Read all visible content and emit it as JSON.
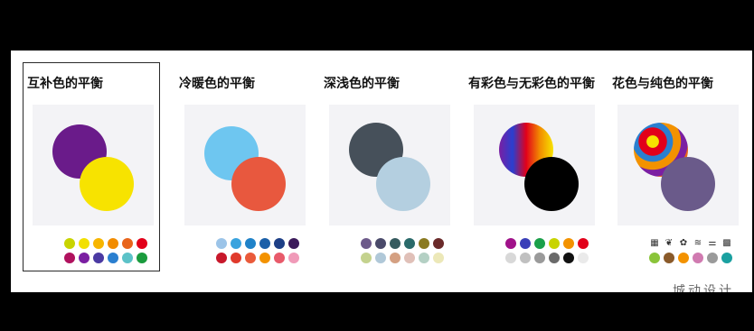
{
  "cards": [
    {
      "title": "互补色的平衡",
      "selected": true,
      "circle_a": "#6a1b8a",
      "circle_b": "#f7e300",
      "swatches_row1": [
        "#c8d400",
        "#f2e000",
        "#f7b500",
        "#f28c00",
        "#e8641b",
        "#e2001a"
      ],
      "swatches_row2": [
        "#b0125e",
        "#7b1fa2",
        "#4b3aa3",
        "#2a7fd0",
        "#5cc2c8",
        "#1a9b3d"
      ]
    },
    {
      "title": "冷暖色的平衡",
      "selected": false,
      "circle_a": "#6ec6f0",
      "circle_b": "#e8583e",
      "swatches_row1": [
        "#9cc4e8",
        "#3aa3de",
        "#1f82c8",
        "#1b5fa8",
        "#1d3f86",
        "#3b1a5a"
      ],
      "swatches_row2": [
        "#c8182b",
        "#e03a2c",
        "#ea5a3a",
        "#f39200",
        "#e85a6a",
        "#f09ab8"
      ]
    },
    {
      "title": "深浅色的平衡",
      "selected": false,
      "circle_a": "#46505a",
      "circle_b": "#b4cfe0",
      "swatches_row1": [
        "#6d5a8a",
        "#4a4a6a",
        "#355a5e",
        "#2a6a6a",
        "#8a7a20",
        "#6a2a2a"
      ],
      "swatches_row2": [
        "#c4d28e",
        "#b0c8d8",
        "#d4a082",
        "#e0c0b8",
        "#b4d0c4",
        "#ece8b8"
      ]
    },
    {
      "title": "有彩色与无彩色的平衡",
      "selected": false,
      "circle_a": "linear-gradient(90deg,#7a1fa2,#2a3fd0,#e2001a,#f28c00,#f7e300)",
      "circle_b": "#000000",
      "swatches_row1": [
        "#a0128a",
        "#3a3fb8",
        "#1aa04a",
        "#c8d400",
        "#f39200",
        "#e2001a"
      ],
      "swatches_row2": [
        "#d8d8d8",
        "#c0c0c0",
        "#9a9a9a",
        "#6a6a6a",
        "#111111",
        "#eaeaea"
      ]
    },
    {
      "title": "花色与纯色的平衡",
      "selected": false,
      "circle_a": "radial-gradient(circle at 35% 35%,#f7e300 0 12%,#e2001a 13% 28%,#2a7fd0 29% 40%,#f39200 41% 56%,#7b1fa2 57% 70%,#e8641b 71%)",
      "circle_b": "#6a5a8a",
      "pattern_icons": [
        "grid-pattern-icon",
        "leaf-pattern-icon",
        "floral-pattern-icon",
        "stripe-pattern-icon",
        "zebra-pattern-icon",
        "check-pattern-icon"
      ],
      "swatches_row2": [
        "#8ac43a",
        "#8a5a2a",
        "#f39200",
        "#d07ab0",
        "#9a9a9a",
        "#1aa0a0"
      ]
    }
  ],
  "watermark_text": "城动设计"
}
